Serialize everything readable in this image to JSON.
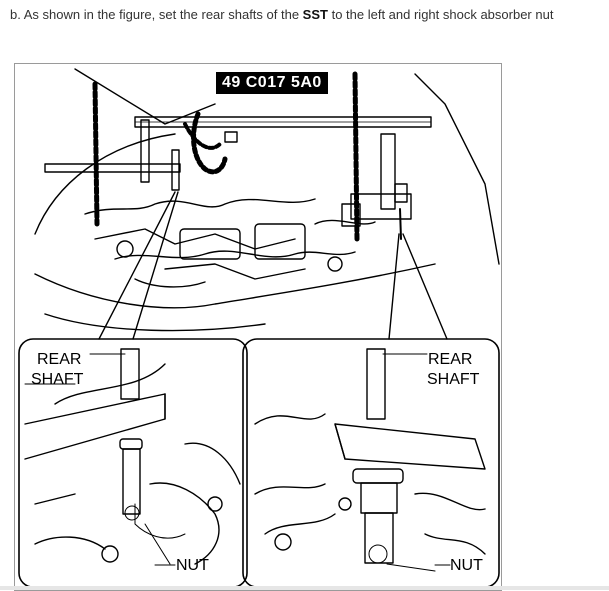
{
  "instruction": {
    "prefix": "b. As shown in the figure, set the rear shafts of the ",
    "bold": "SST",
    "suffix": " to the left and right shock absorber nut"
  },
  "figure": {
    "tool_code": "49 C017 5A0",
    "left_detail": {
      "shaft_label_1": "REAR",
      "shaft_label_2": "SHAFT",
      "nut_label": "NUT"
    },
    "right_detail": {
      "shaft_label_1": "REAR",
      "shaft_label_2": "SHAFT",
      "nut_label": "NUT"
    }
  }
}
